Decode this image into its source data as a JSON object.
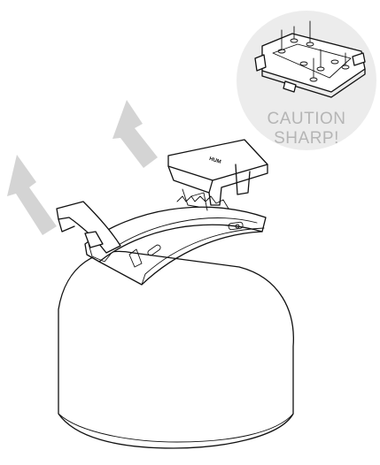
{
  "callout": {
    "line1": "CAUTION",
    "line2": "SHARP!"
  },
  "part_label": "HUM",
  "colors": {
    "arrow": "#d4d4d4",
    "callout_circle": "#ececec",
    "callout_text": "#b5b5b5",
    "outline": "#111111"
  },
  "icons": {
    "lift_arrows": "up-left-arrow",
    "callout": "mounting-bracket-spikes"
  }
}
